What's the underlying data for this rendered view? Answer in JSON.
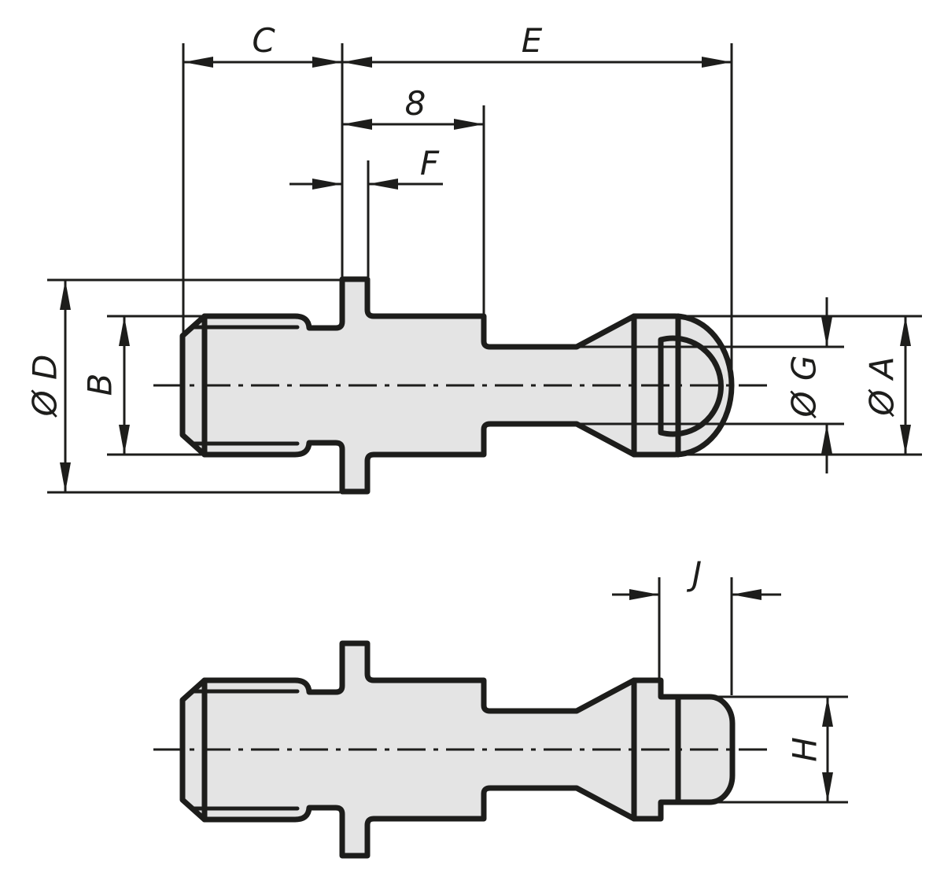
{
  "meta": {
    "title": "Pull stud engineering drawing, two orthographic views with letter dimensions"
  },
  "colors": {
    "outline": "#1d1d1b",
    "fill": "#e4e4e4",
    "background": "#ffffff"
  },
  "dimensions": {
    "thread_length": "C",
    "head_end_distance": "E",
    "flange_to_shoulder": "8",
    "flange_thickness": "F",
    "flange_diameter": "Ø D",
    "thread_diameter": "B",
    "groove_diameter": "Ø G",
    "head_diameter": "Ø A",
    "head_length": "J",
    "head_flat_height": "H"
  }
}
